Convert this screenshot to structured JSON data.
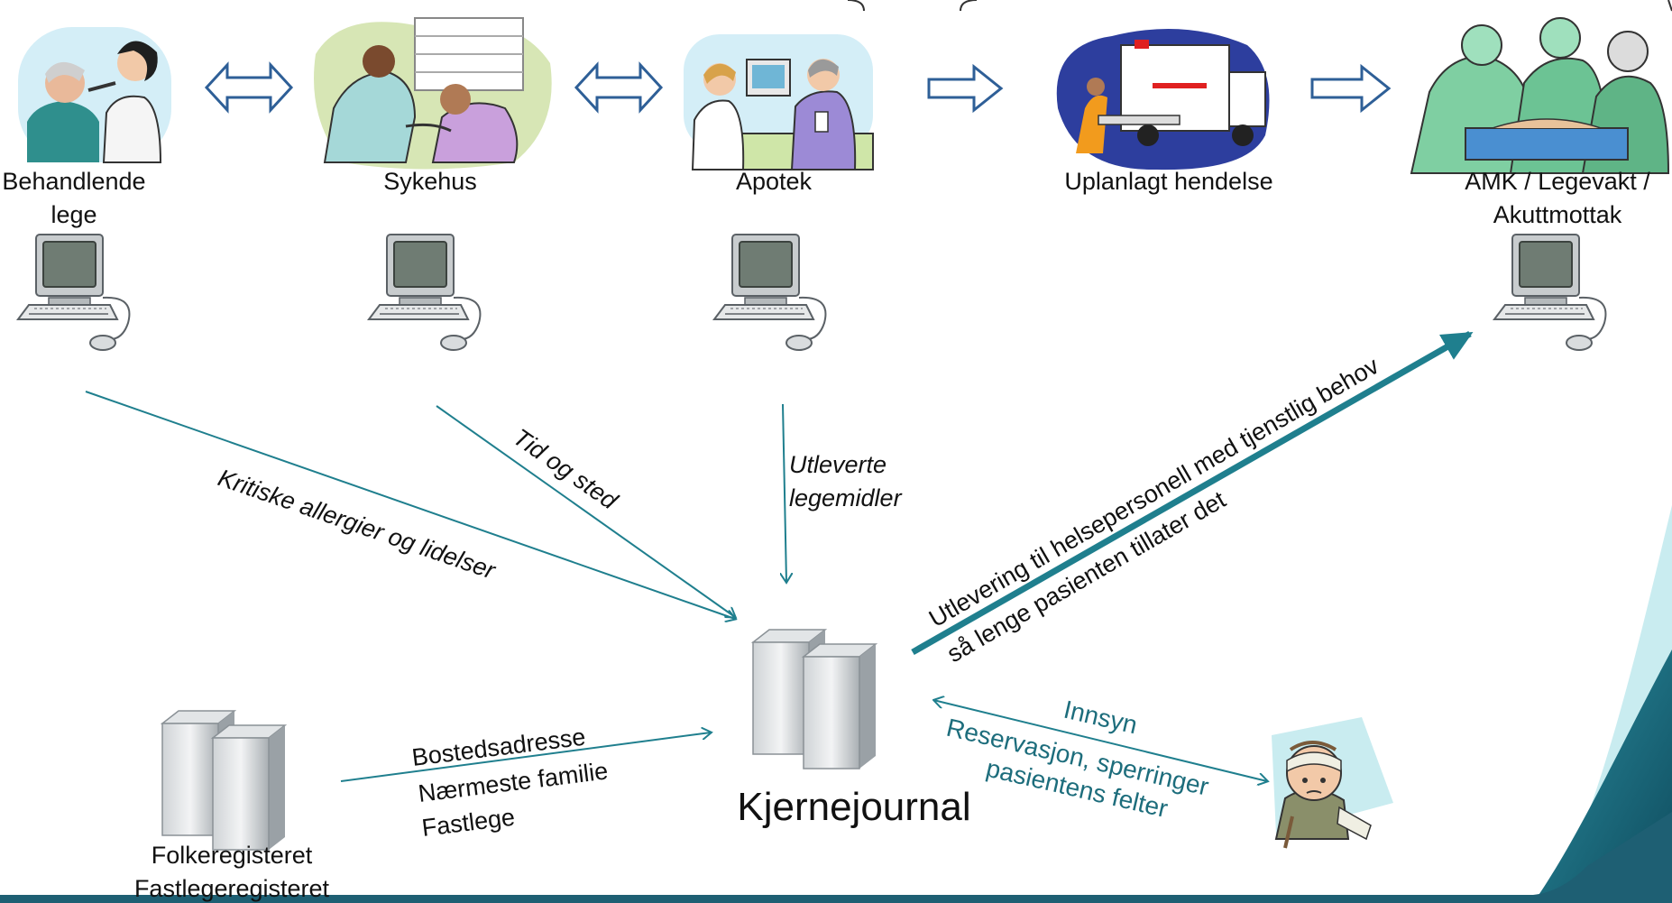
{
  "nodes": {
    "behandlende_lege": {
      "line1": "Behandlende",
      "line2": "lege"
    },
    "sykehus": {
      "label": "Sykehus"
    },
    "apotek": {
      "label": "Apotek"
    },
    "uplanlagt": {
      "label": "Uplanlagt hendelse"
    },
    "amk": {
      "line1": "AMK / Legevakt /",
      "line2": "Akuttmottak"
    },
    "kjernejournal": {
      "label": "Kjernejournal"
    },
    "registers": {
      "line1": "Folkeregisteret",
      "line2": "Fastlegeregisteret"
    }
  },
  "flows": {
    "allergier": "Kritiske allergier og lidelser",
    "tid_sted": "Tid og sted",
    "utleverte": {
      "line1": "Utleverte",
      "line2": "legemidler"
    },
    "register_data": {
      "line1": "Bostedsadresse",
      "line2": "Nærmeste familie",
      "line3": "Fastlege"
    },
    "utlevering": {
      "line1": "Utlevering til helsepersonell med tjenstlig behov",
      "line2": "så lenge pasienten tillater det"
    },
    "pasient": {
      "line1": "Innsyn",
      "line2": "Reservasjon, sperringer",
      "line3": "pasientens felter"
    }
  },
  "colors": {
    "teal_arrow": "#1f7f8e",
    "outline_arrow": "#2e5f97",
    "label_teal": "#1d6d7c",
    "slide_accent": "#1e5f73"
  }
}
